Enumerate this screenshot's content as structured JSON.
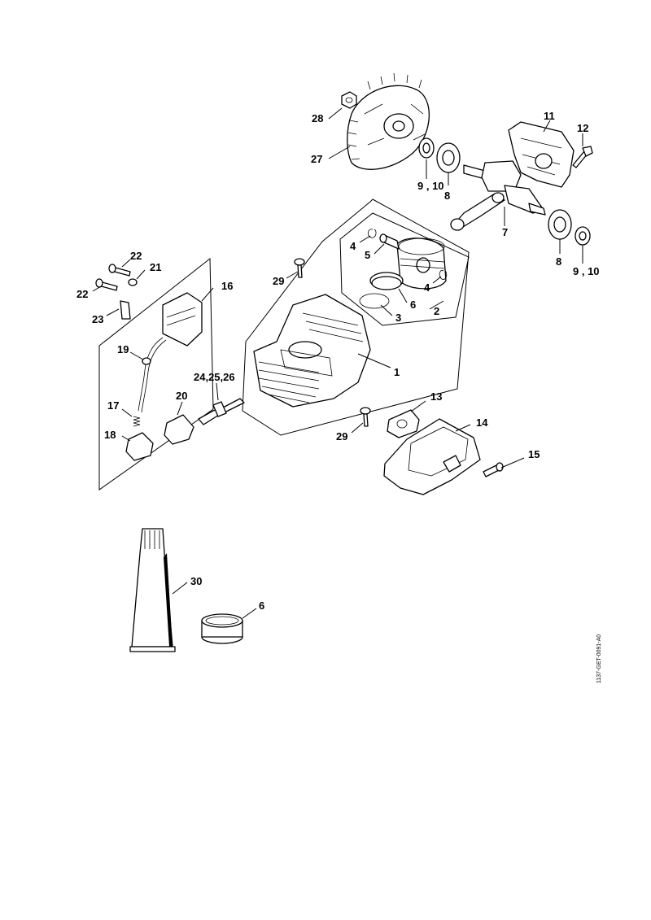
{
  "diagram": {
    "labels": {
      "c1": "1",
      "c2": "2",
      "c3": "3",
      "c4a": "4",
      "c4b": "4",
      "c5": "5",
      "c6a": "6",
      "c6b": "6",
      "c7": "7",
      "c8a": "8",
      "c8b": "8",
      "c910a": "9 , 10",
      "c910b": "9 , 10",
      "c11": "11",
      "c12": "12",
      "c13": "13",
      "c14": "14",
      "c15": "15",
      "c16": "16",
      "c17": "17",
      "c18": "18",
      "c19": "19",
      "c20": "20",
      "c21": "21",
      "c22a": "22",
      "c22b": "22",
      "c23": "23",
      "c242526": "24,25,26",
      "c27": "27",
      "c28": "28",
      "c29a": "29",
      "c29b": "29",
      "c30": "30"
    },
    "reference": "1137-GET-0091-A0"
  }
}
